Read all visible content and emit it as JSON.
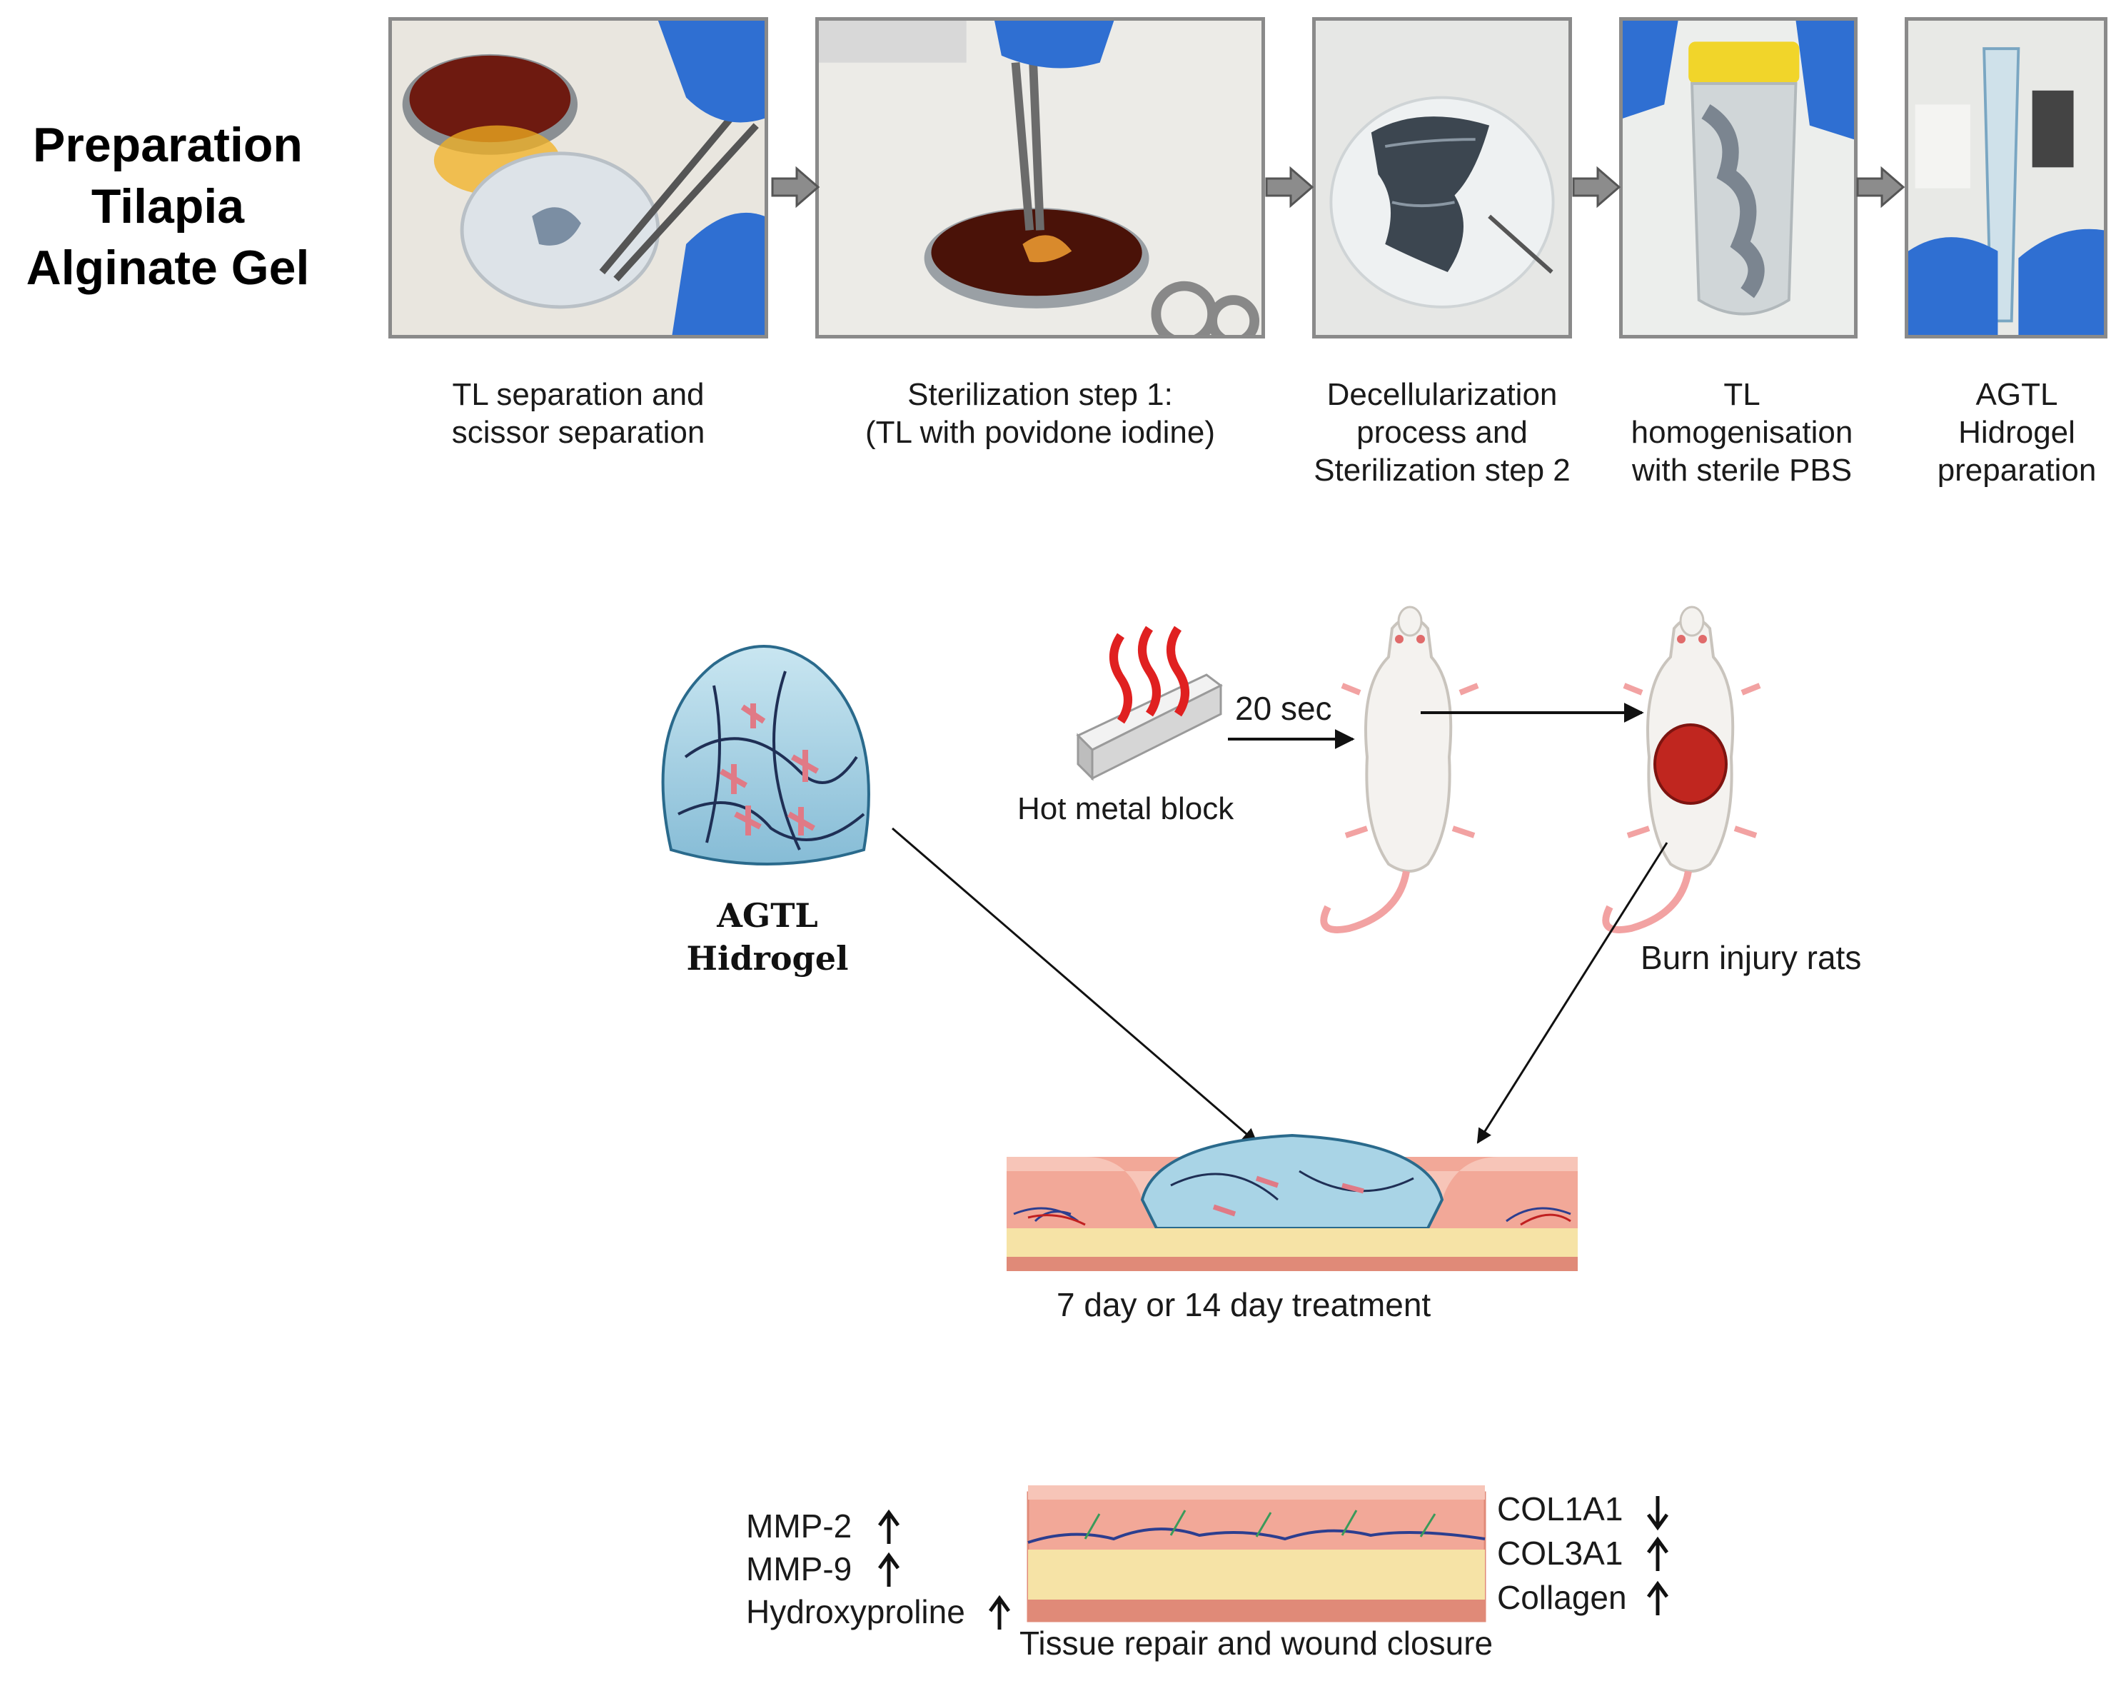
{
  "title": {
    "line1": "Preparation",
    "line2": "Tilapia",
    "line3": "Alginate Gel"
  },
  "steps": [
    {
      "line1": "TL separation and",
      "line2": "scissor separation",
      "line3": ""
    },
    {
      "line1": "Sterilization step 1:",
      "line2": "(TL with povidone iodine)",
      "line3": ""
    },
    {
      "line1": "Decellularization",
      "line2": "process and",
      "line3": "Sterilization step 2"
    },
    {
      "line1": "TL",
      "line2": "homogenisation",
      "line3": "with sterile PBS"
    },
    {
      "line1": "AGTL",
      "line2": "Hidrogel",
      "line3": "preparation"
    }
  ],
  "model": {
    "hydrogel": {
      "line1": "AGTL",
      "line2": "Hidrogel"
    },
    "hot_block_label": "Hot metal block",
    "duration_label": "20 sec",
    "burn_label": "Burn injury rats",
    "treatment_label": "7 day or 14 day treatment"
  },
  "outcome": {
    "left_markers": [
      "MMP-2",
      "MMP-9",
      "Hydroxyproline"
    ],
    "right_markers": [
      "COL1A1",
      "COL3A1",
      "Collagen"
    ],
    "label": "Tissue repair and wound closure"
  },
  "colors": {
    "arrow_gray": "#8c8c8c",
    "hydrogel_blue": "#a9d4e6",
    "skin_pink": "#f2a898",
    "fat_yellow": "#f6e3a6",
    "burn_red": "#c0261f",
    "heat_red": "#e02020"
  },
  "icons": {
    "flow": "gray-block-arrow",
    "up": "up-arrow",
    "down": "down-arrow"
  }
}
